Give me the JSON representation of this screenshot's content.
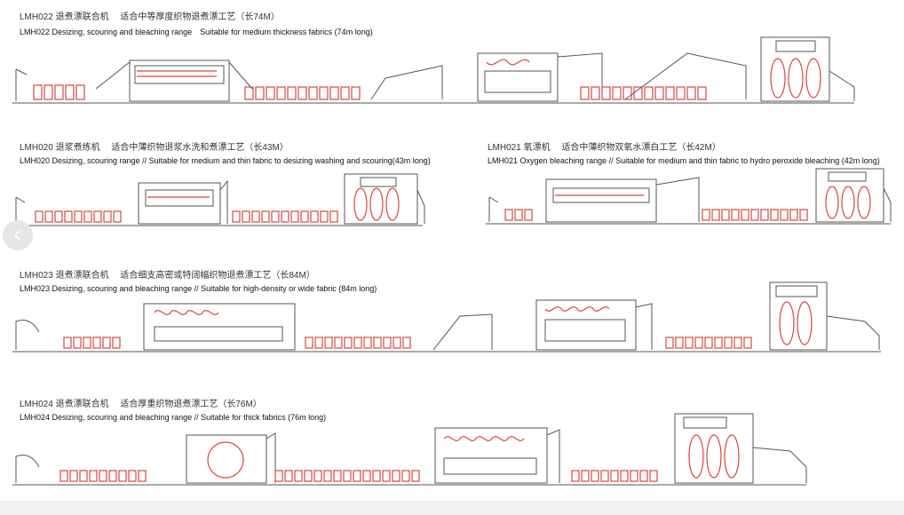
{
  "machines": [
    {
      "id": "lmh022",
      "cn": "LMH022 退煮漂联合机　 适合中等厚度织物退煮漂工艺（长74M）",
      "en": "LMH022 Desizing, scouring and bleaching range　Suitable for medium thickness fabrics (74m long)"
    },
    {
      "id": "lmh020",
      "cn": "LMH020 退浆煮练机　 适合中薄织物退浆水洗和煮漂工艺（长43M）",
      "en": "LMH020 Desizing, scouring range // Suitable for medium and thin fabric to desizing washing and scouring(43m long)"
    },
    {
      "id": "lmh021",
      "cn": "LMH021 氧漂机　 适合中薄织物双氧水漂白工艺（长42M）",
      "en": "LMH021 Oxygen bleaching range // Suitable for medium and thin fabric to hydro peroxide bleaching (42m long)"
    },
    {
      "id": "lmh023",
      "cn": "LMH023 退煮漂联合机　 适合细支高密或特阔幅织物退煮漂工艺（长84M）",
      "en": "LMH023 Desizing, scouring and bleaching range // Suitable for high-density or wide fabric (84m long)"
    },
    {
      "id": "lmh024",
      "cn": "LMH024 退煮漂联合机　 适合厚重织物退煮漂工艺（长76M）",
      "en": "LMH024 Desizing, scouring and bleaching range // Suitable for thick fabrics (76m long)"
    }
  ],
  "colors": {
    "accent": "#d9453f",
    "line": "#555555",
    "carousel": "#e6e6e6",
    "band": "#f2f2f2"
  },
  "icons": {
    "prev": "chevron-left-icon"
  }
}
